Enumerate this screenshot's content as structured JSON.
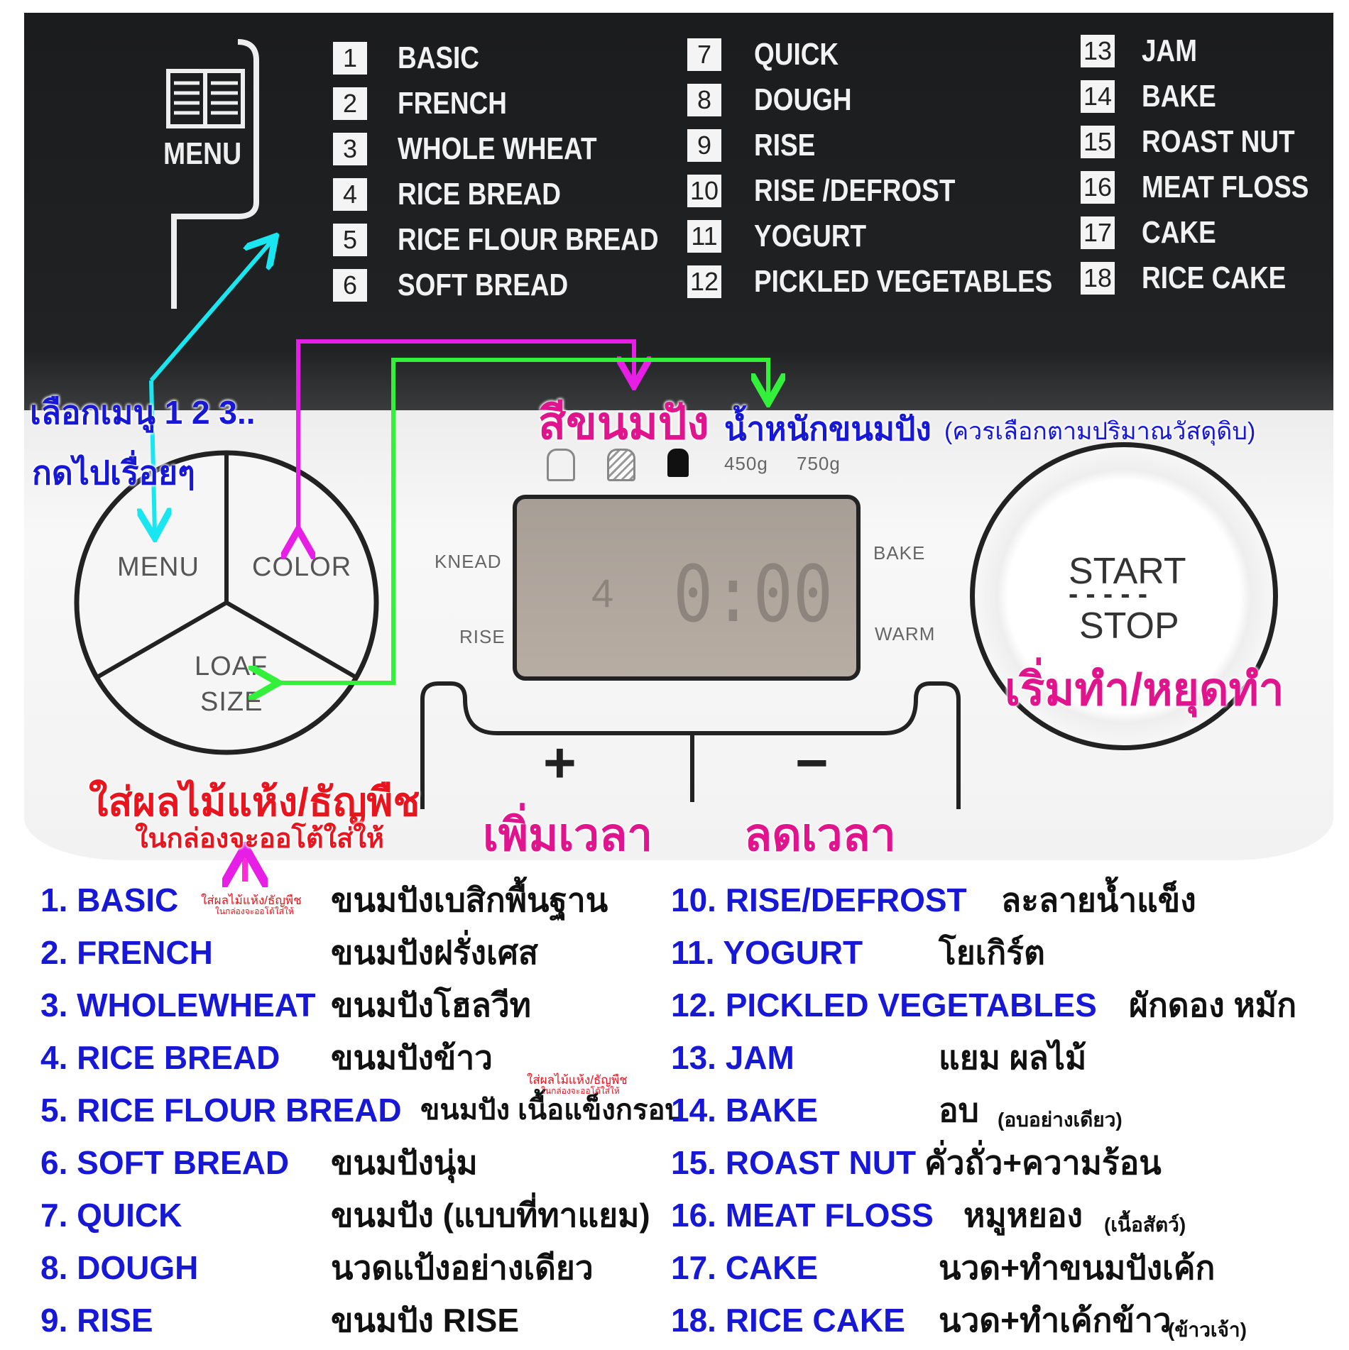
{
  "panel": {
    "menu_icon_label": "MENU",
    "programs": [
      {
        "num": "1",
        "name": "BASIC"
      },
      {
        "num": "2",
        "name": "FRENCH"
      },
      {
        "num": "3",
        "name": "WHOLE WHEAT"
      },
      {
        "num": "4",
        "name": "RICE BREAD"
      },
      {
        "num": "5",
        "name": "RICE FLOUR BREAD"
      },
      {
        "num": "6",
        "name": "SOFT BREAD"
      },
      {
        "num": "7",
        "name": "QUICK"
      },
      {
        "num": "8",
        "name": "DOUGH"
      },
      {
        "num": "9",
        "name": "RISE"
      },
      {
        "num": "10",
        "name": "RISE /DEFROST"
      },
      {
        "num": "11",
        "name": "YOGURT"
      },
      {
        "num": "12",
        "name": "PICKLED VEGETABLES"
      },
      {
        "num": "13",
        "name": "JAM"
      },
      {
        "num": "14",
        "name": "BAKE"
      },
      {
        "num": "15",
        "name": "ROAST NUT"
      },
      {
        "num": "16",
        "name": "MEAT FLOSS"
      },
      {
        "num": "17",
        "name": "CAKE"
      },
      {
        "num": "18",
        "name": "RICE CAKE"
      }
    ],
    "buttons": {
      "menu": "MENU",
      "color": "COLOR",
      "loaf_line1": "LOAF",
      "loaf_line2": "SIZE",
      "start": "START",
      "dashes": "- - - - -",
      "stop": "STOP",
      "plus": "+",
      "minus": "−"
    },
    "weights": [
      "450g",
      "750g"
    ],
    "lcd": {
      "program": "4",
      "time": "0:00"
    },
    "stages": {
      "knead": "KNEAD",
      "rise": "RISE",
      "bake": "BAKE",
      "warm": "WARM"
    }
  },
  "annotations": {
    "select_menu_1": "เลือกเมนู 1 2 3..",
    "select_menu_2": "กดไปเรื่อยๆ",
    "bread_color": "สีขนมปัง",
    "bread_weight": "น้ำหนักขนมปัง",
    "weight_note": "(ควรเลือกตามปริมาณวัสดุดิบ)",
    "start_stop": "เริ่มทำ/หยุดทำ",
    "add_fruit": "ใส่ผลไม้แห้ง/ธัญพืช",
    "add_fruit_sub": "ในกล่องจะออโต้ใส่ให้",
    "add_time": "เพิ่มเวลา",
    "reduce_time": "ลดเวลา"
  },
  "legend": [
    {
      "n": "1. BASIC",
      "d": "ขนมปังเบสิกพื้นฐาน",
      "note": "ใส่ผลไม้แห้ง/ธัญพืช",
      "note2": "ในกล่องจะออโต้ใส่ให้"
    },
    {
      "n": "2. FRENCH",
      "d": "ขนมปังฝรั่งเศส"
    },
    {
      "n": "3. WHOLEWHEAT",
      "d": "ขนมปังโฮลวีท"
    },
    {
      "n": "4. RICE BREAD",
      "d": "ขนมปังข้าว"
    },
    {
      "n": "5. RICE FLOUR BREAD",
      "d": "ขนมปัง เนื้อแข็งกรอบ",
      "note": "ใส่ผลไม้แห้ง/ธัญพืช",
      "note2": "ในกล่องจะออโต้ใส่ให้"
    },
    {
      "n": "6. SOFT BREAD",
      "d": "ขนมปังนุ่ม"
    },
    {
      "n": "7. QUICK",
      "d": "ขนมปัง (แบบที่ทาแยม)"
    },
    {
      "n": "8. DOUGH",
      "d": "นวดแป้งอย่างเดียว"
    },
    {
      "n": "9. RISE",
      "d": "ขนมปัง RISE"
    },
    {
      "n": "10. RISE/DEFROST",
      "d": "ละลายน้ำแข็ง"
    },
    {
      "n": "11. YOGURT",
      "d": "โยเกิร์ต"
    },
    {
      "n": "12. PICKLED VEGETABLES",
      "d": "ผักดอง หมัก"
    },
    {
      "n": "13. JAM",
      "d": "แยม ผลไม้"
    },
    {
      "n": "14. BAKE",
      "d": "อบ",
      "small": "(อบอย่างเดียว)"
    },
    {
      "n": "15. ROAST NUT",
      "d": "คั่วถั่ว+ความร้อน"
    },
    {
      "n": "16. MEAT FLOSS",
      "d": "หมูหยอง",
      "small": "(เนื้อสัตว์)"
    },
    {
      "n": "17. CAKE",
      "d": "นวด+ทำขนมปังเค้ก"
    },
    {
      "n": "18. RICE CAKE",
      "d": "นวด+ทำเค้กข้าว",
      "small": "(ข้าวเจ้า)"
    }
  ],
  "colors": {
    "blue": "#1717d6",
    "magenta": "#e0148c",
    "red": "#e8141e",
    "cyan": "#19e6f0",
    "green": "#33f03a",
    "pink_arrow": "#ff2bd6"
  }
}
